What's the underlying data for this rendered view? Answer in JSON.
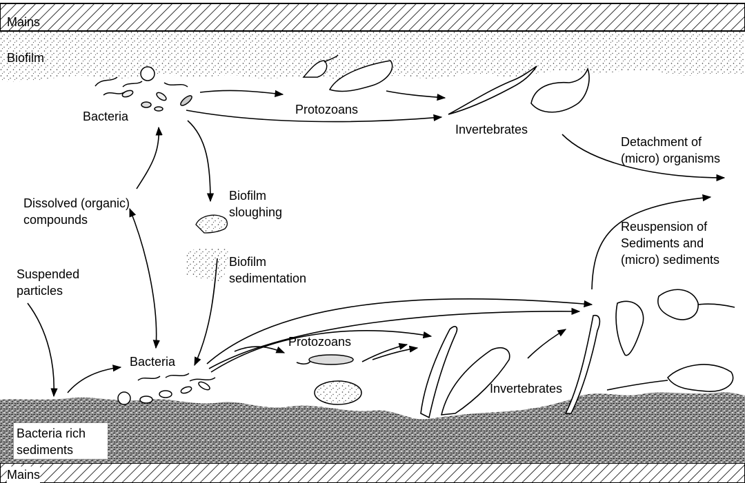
{
  "labels": {
    "mains_top": "Mains",
    "mains_bottom": "Mains",
    "biofilm": "Biofilm",
    "bacteria_top": "Bacteria",
    "protozoans_top": "Protozoans",
    "invertebrates_top": "Invertebrates",
    "detachment": [
      "Detachment of",
      "(micro) organisms"
    ],
    "dissolved": [
      "Dissolved (organic)",
      "compounds"
    ],
    "sloughing": [
      "Biofilm",
      "sloughing"
    ],
    "sedimentation": [
      "Biofilm",
      "sedimentation"
    ],
    "suspended": [
      "Suspended",
      "particles"
    ],
    "bacteria_bottom": "Bacteria",
    "protozoans_bottom": "Protozoans",
    "invertebrates_bottom": "Invertebrates",
    "resuspension": [
      "Reuspension of",
      "Sediments and",
      "(micro) sediments"
    ],
    "sediments": [
      "Bacteria rich",
      "sediments"
    ]
  },
  "colors": {
    "ink": "#000000",
    "background": "#ffffff"
  }
}
